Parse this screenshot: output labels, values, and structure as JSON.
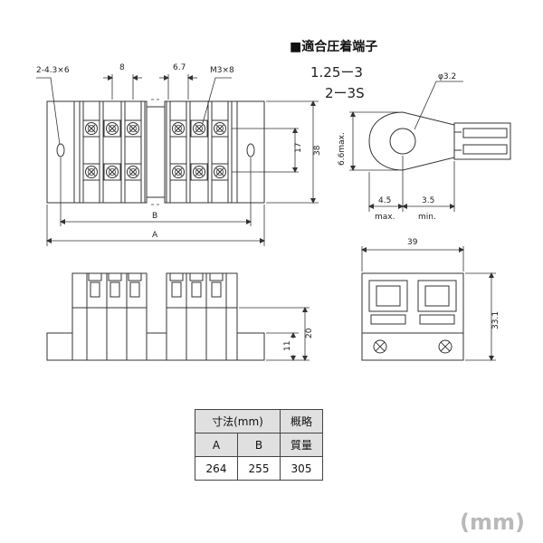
{
  "header": {
    "title": "■適合圧着端子",
    "terminal_sizes": [
      "1.25ー3",
      "2ー3S"
    ]
  },
  "top_view": {
    "hole_label": "2-4.3×6",
    "pitch_label": "8",
    "gap_label": "6.7",
    "screw_label": "M3×8",
    "dim_B": "B",
    "dim_A": "A",
    "height_label": "38",
    "row_spacing_label": "17"
  },
  "side_view": {
    "height_label": "20",
    "step_label": "11"
  },
  "end_view": {
    "width_label": "39",
    "height_label": "33.1"
  },
  "terminal_drawing": {
    "diameter_label": "φ3.2",
    "width_label": "6.6max.",
    "dim1_value": "4.5",
    "dim1_note": "max.",
    "dim2_value": "3.5",
    "dim2_note": "min."
  },
  "spec_table": {
    "header_group": "寸法(mm)",
    "header_mass_line1": "概略",
    "header_mass_line2": "質量",
    "col_A": "A",
    "col_B": "B",
    "row": {
      "A": "264",
      "B": "255",
      "mass": "305"
    }
  },
  "unit_label": "(mm)",
  "colors": {
    "line": "#333333",
    "table_header_bg": "#e0e0e0",
    "unit_text": "#b9b9b9"
  }
}
